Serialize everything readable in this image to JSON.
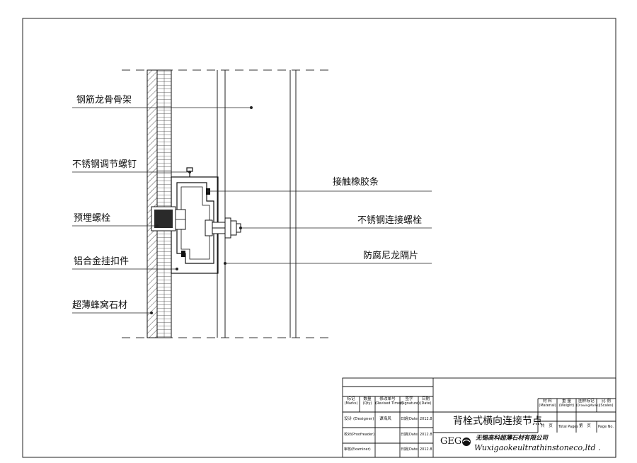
{
  "labels": {
    "steel_frame": "钢筋龙骨骨架",
    "adjust_screw": "不锈钢调节螺钉",
    "embedded_bolt": "预埋螺栓",
    "aluminum_hanger": "铝合金挂扣件",
    "honeycomb_stone": "超薄蜂窝石材",
    "rubber_strip": "接触橡胶条",
    "ss_bolt": "不锈钢连接螺栓",
    "nylon_spacer": "防腐尼龙隔片"
  },
  "title_block": {
    "headers": {
      "marks": "标记",
      "marks_en": "(Marks)",
      "qty": "数量",
      "qty_en": "(Qty)",
      "revised": "修改单号",
      "revised_en": "(Revised Times)",
      "signature": "签字",
      "signature_en": "(Signature)",
      "date": "日期",
      "date_en": "(Date)"
    },
    "rows": {
      "designer_label": "设计 (Designer)",
      "designer_name": "谭海风",
      "proof_label": "校对(Proofreader)",
      "examiner_label": "审核(Examiner)",
      "date_label": "日期(Date)",
      "date_value": "2012.8"
    },
    "drawing_title": "背栓式横向连接节点",
    "logo": "GEG",
    "company_cn": "无锡高科超薄石材有限公司",
    "company_en": "Wuxigaokeultrathinstoneco,ltd .",
    "material": "材 料",
    "material_en": "(Material)",
    "weight": "重 量",
    "weight_en": "(Weight)",
    "drawing_mark": "图样标记",
    "drawing_mark_en": "(DrawingMarks)",
    "scale": "比 例",
    "scale_en": "(Scales)",
    "total_label": "共　页",
    "total_en": "Total Pages",
    "page_label": "第　页",
    "page_en": "Page No."
  }
}
